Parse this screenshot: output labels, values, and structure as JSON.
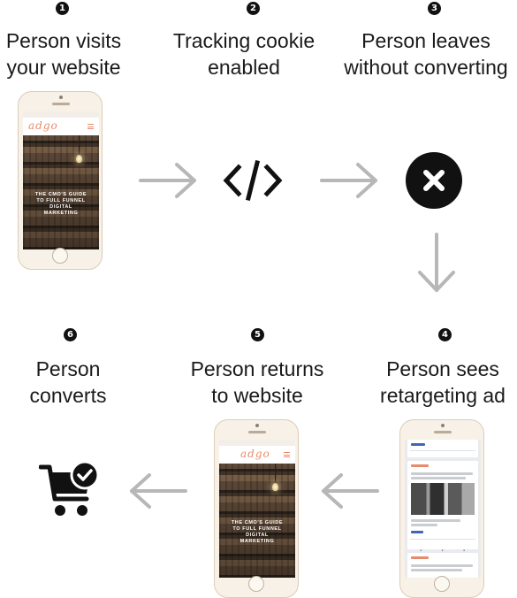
{
  "steps": [
    {
      "number": "1",
      "label_line1": "Person visits",
      "label_line2": "your website"
    },
    {
      "number": "2",
      "label_line1": "Tracking cookie",
      "label_line2": "enabled"
    },
    {
      "number": "3",
      "label_line1": "Person leaves",
      "label_line2": "without converting"
    },
    {
      "number": "4",
      "label_line1": "Person sees",
      "label_line2": "retargeting ad"
    },
    {
      "number": "5",
      "label_line1": "Person returns",
      "label_line2": "to website"
    },
    {
      "number": "6",
      "label_line1": "Person",
      "label_line2": "converts"
    }
  ],
  "website_mockup": {
    "logo": "adgo",
    "hero_line1": "THE CMO'S GUIDE",
    "hero_line2": "TO FULL FUNNEL",
    "hero_line3": "DIGITAL",
    "hero_line4": "MARKETING"
  },
  "icons": {
    "code": "code-brackets-icon",
    "failure": "x-circle-icon",
    "conversion": "cart-check-icon",
    "arrow": "arrow-icon"
  },
  "colors": {
    "arrow": "#b7b7b7",
    "icon": "#111111",
    "brand": "#e98a6a"
  }
}
